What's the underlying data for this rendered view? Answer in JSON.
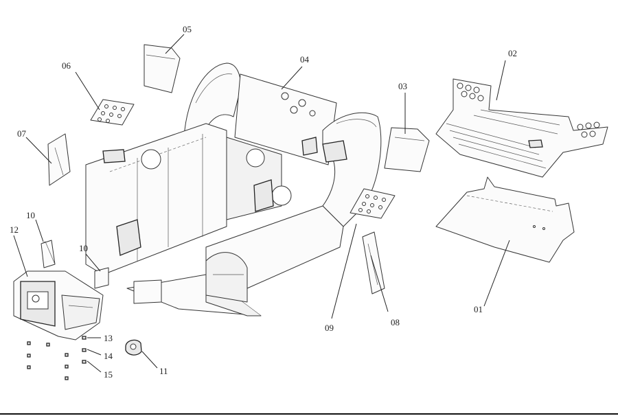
{
  "callouts": [
    {
      "id": "01",
      "text": "01"
    },
    {
      "id": "02",
      "text": "02"
    },
    {
      "id": "03",
      "text": "03"
    },
    {
      "id": "04",
      "text": "04"
    },
    {
      "id": "05",
      "text": "05"
    },
    {
      "id": "06",
      "text": "06"
    },
    {
      "id": "07",
      "text": "07"
    },
    {
      "id": "08",
      "text": "08"
    },
    {
      "id": "09",
      "text": "09"
    },
    {
      "id": "10a",
      "text": "10"
    },
    {
      "id": "10b",
      "text": "10"
    },
    {
      "id": "11",
      "text": "11"
    },
    {
      "id": "12",
      "text": "12"
    },
    {
      "id": "13",
      "text": "13"
    },
    {
      "id": "14",
      "text": "14"
    },
    {
      "id": "15",
      "text": "15"
    }
  ]
}
